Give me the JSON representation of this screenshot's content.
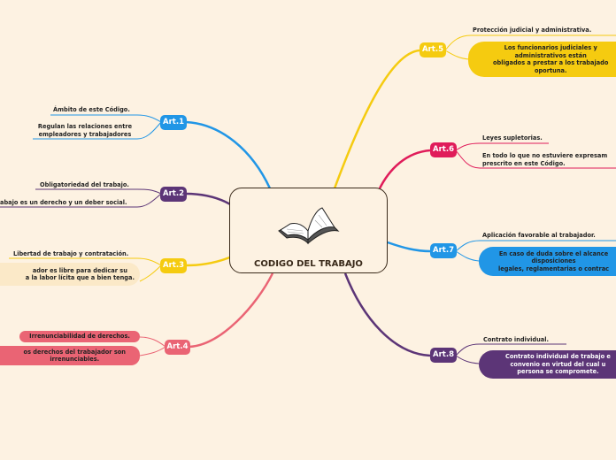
{
  "center": {
    "title": "CODIGO DEL TRABAJO",
    "icon": "open-book-icon"
  },
  "colors": {
    "art1": "#2196e6",
    "art2": "#5c3577",
    "art3": "#f5cb10",
    "art4": "#ea6474",
    "art5": "#f5cb10",
    "art6": "#e01c5a",
    "art7": "#2196e6",
    "art8": "#5c3577"
  },
  "articles": {
    "art1": {
      "label": "Art.1",
      "item1": "Ámbito de este Código.",
      "item2_line1": "Regulan las relaciones entre",
      "item2_line2": "empleadores y trabajadores"
    },
    "art2": {
      "label": "Art.2",
      "item1": "Obligatoriedad del trabajo.",
      "item2": "abajo es un derecho y un deber social."
    },
    "art3": {
      "label": "Art.3",
      "item1": "Libertad de trabajo y contratación.",
      "item2_line1": "ador es libre para dedicar su",
      "item2_line2": "a la labor lícita que a bien tenga."
    },
    "art4": {
      "label": "Art.4",
      "item1": "Irrenunciabilidad de derechos.",
      "item2_line1": "os derechos del trabajador son",
      "item2_line2": "irrenunciables."
    },
    "art5": {
      "label": "Art.5",
      "item1": "Protección judicial y administrativa.",
      "item2_line1": "Los funcionarios judiciales y",
      "item2_line2": "administrativos están",
      "item2_line3": "obligados a prestar a los trabajado",
      "item2_line4": "oportuna."
    },
    "art6": {
      "label": "Art.6",
      "item1": "Leyes supletorias.",
      "item2_line1": "En todo lo que no estuviere expresam",
      "item2_line2": "prescrito en este Código."
    },
    "art7": {
      "label": "Art.7",
      "item1": "Aplicación favorable al trabajador.",
      "item2_line1": "En caso de duda sobre el alcance",
      "item2_line2": "disposiciones",
      "item2_line3": "legales, reglamentarias o contrac"
    },
    "art8": {
      "label": "Art.8",
      "item1": "Contrato individual.",
      "item2_line1": "Contrato individual de trabajo e",
      "item2_line2": "convenio en virtud del cual u",
      "item2_line3": "persona se compromete."
    }
  }
}
